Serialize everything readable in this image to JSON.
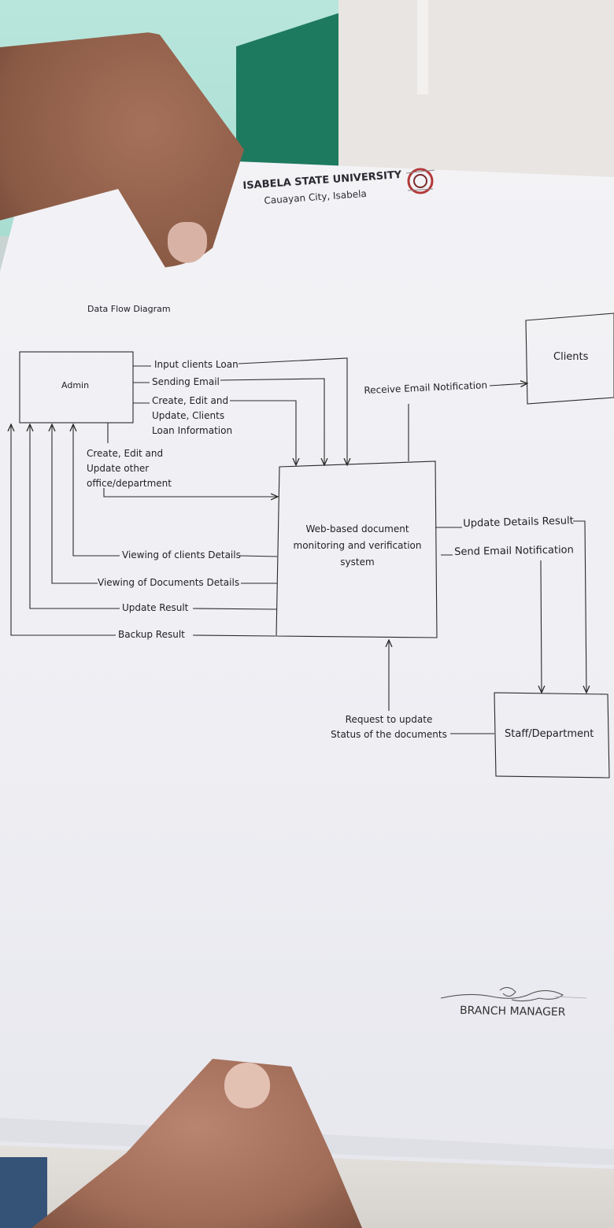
{
  "header": {
    "university": "ISABELA STATE UNIVERSITY",
    "city": "Cauayan City, Isabela"
  },
  "diagram": {
    "title": "Data Flow Diagram",
    "entities": {
      "admin": "Admin",
      "clients": "Clients",
      "system_line1": "Web-based document",
      "system_line2": "monitoring and verification",
      "system_line3": "system",
      "staff": "Staff/Department"
    },
    "flows": {
      "input_clients_loan": "Input clients Loan",
      "sending_email": "Sending Email",
      "create_edit_line1": "Create, Edit and",
      "create_edit_line2": "Update, Clients",
      "create_edit_line3": "Loan Information",
      "create_other_line1": "Create, Edit and",
      "create_other_line2": "Update other",
      "create_other_line3": "office/department",
      "receive_email": "Receive Email Notification",
      "update_details_result": "Update Details Result",
      "send_email_notification": "Send Email Notification",
      "viewing_clients": "Viewing of clients Details",
      "viewing_documents": "Viewing of Documents Details",
      "update_result": "Update Result",
      "backup_result": "Backup Result",
      "request_line1": "Request to update",
      "request_line2": "Status of the documents"
    }
  },
  "signature": {
    "role": "BRANCH MANAGER"
  }
}
